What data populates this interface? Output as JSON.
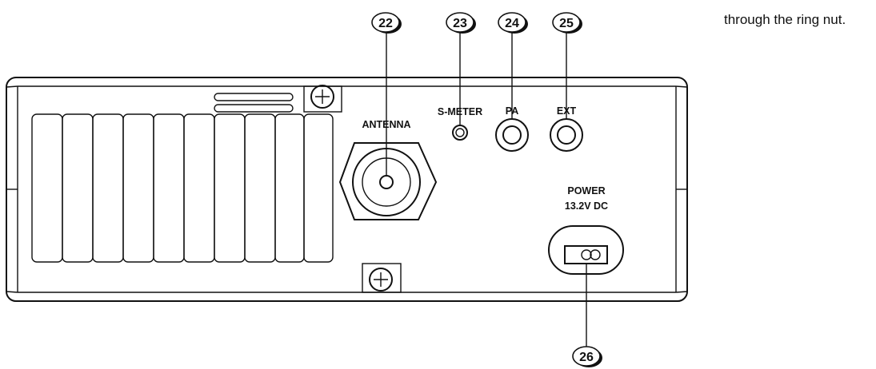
{
  "note_text": "through the ring nut.",
  "panel_labels": {
    "antenna": "ANTENNA",
    "s_meter": "S-METER",
    "pa": "PA",
    "ext": "EXT",
    "power_line1": "POWER",
    "power_line2": "13.2V DC"
  },
  "callouts": {
    "antenna_connector": "22",
    "s_meter_jack": "23",
    "pa_jack": "24",
    "ext_jack": "25",
    "power_socket": "26"
  }
}
